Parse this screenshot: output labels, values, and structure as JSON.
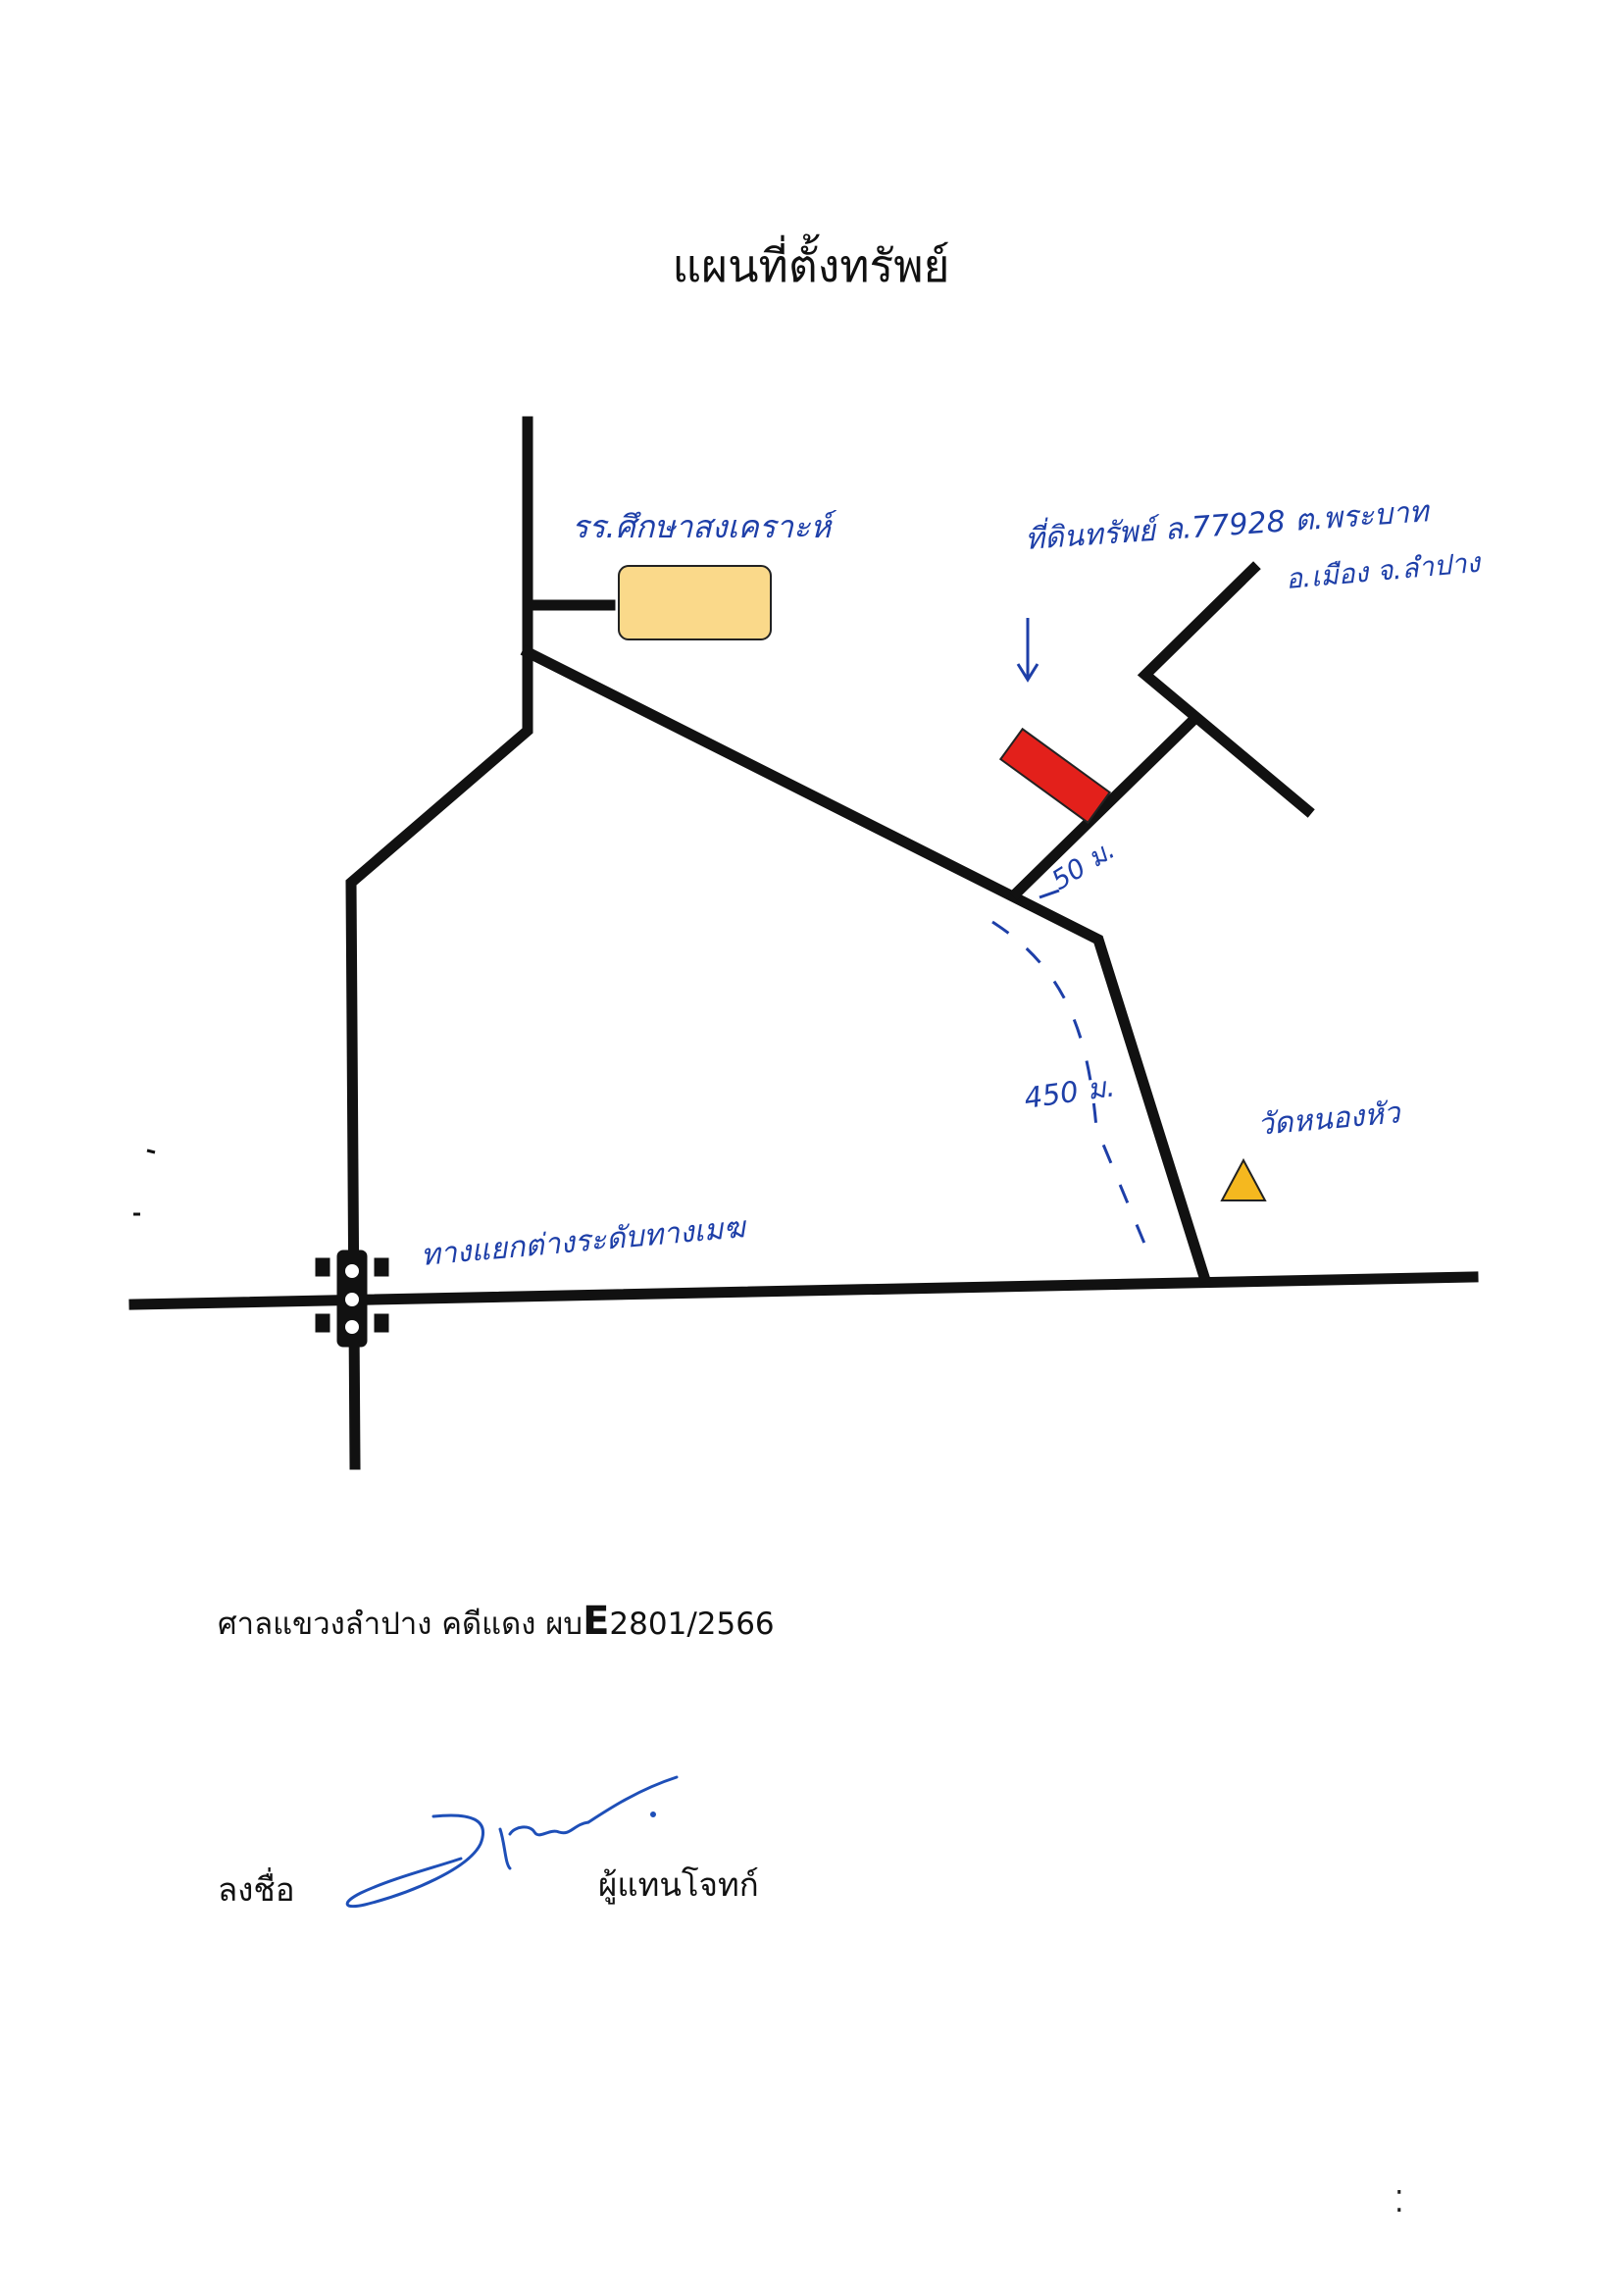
{
  "title": "แผนที่ตั้งทรัพย์",
  "map": {
    "labels": {
      "school": "รร.ศึกษาสงเคราะห์",
      "property_line1": "ที่ดินทรัพย์ ล.77928 ต.พระบาท",
      "property_line2": "อ.เมือง จ.ลำปาง",
      "dist_short": "50 ม.",
      "dist_long": "450 ม.",
      "temple": "วัดหนองหัว",
      "interchange": "ทางแยกต่างระดับทางเมฆ"
    },
    "colors": {
      "road": "#111111",
      "school_fill": "#fad98a",
      "property_fill": "#e3201b",
      "temple_fill": "#f5b81f",
      "handwriting": "#1e3fa8"
    },
    "icons": [
      "traffic-light-icon",
      "warning-triangle-icon",
      "down-arrow-icon"
    ]
  },
  "footer": {
    "case_prefix": "ศาลแขวงลำปาง คดีแดง ผบ",
    "case_letter": "E",
    "case_number": "2801/2566",
    "sign_label": "ลงชื่อ",
    "sign_role": "ผู้แทนโจทก์",
    "page_mark": "⁚"
  }
}
